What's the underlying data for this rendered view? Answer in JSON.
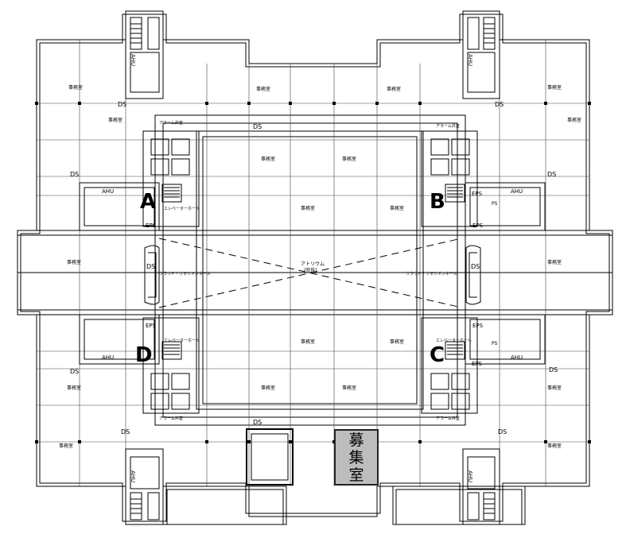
{
  "cores": [
    "A",
    "B",
    "C",
    "D"
  ],
  "atrium": {
    "label": "アトリウム",
    "sub": "(吹抜)"
  },
  "labels": {
    "ds": "DS",
    "eps": "EPS",
    "ahu": "AHU",
    "ps": "PS",
    "office": "事務室",
    "elevator_hall": "エレベーターホール",
    "alarm_valve_room": "アラーム弁室",
    "central_void_line": "ウラウド・ウォシメンネール"
  },
  "vacancy": {
    "chars": [
      "募",
      "集",
      "室"
    ],
    "fill": "#bdbdbd"
  },
  "colors": {
    "line": "#000000",
    "hatch": "#555555",
    "vacancy": "#bdbdbd"
  }
}
